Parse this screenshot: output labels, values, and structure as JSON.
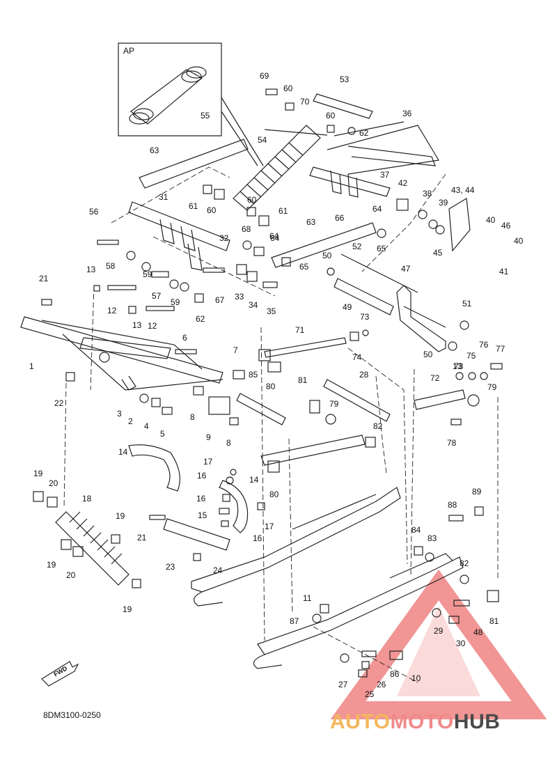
{
  "detail_label": "AP",
  "drawing_code": "8DM3100-0250",
  "fwd_label": "FWD",
  "logo": {
    "part1": "AUTO",
    "part2": "MOTO",
    "part3": "HUB",
    "color1": "#f2b75c",
    "color2": "#f08a8a",
    "color3": "#4a4a4a"
  },
  "part_numbers": [
    "55",
    "69",
    "60",
    "70",
    "53",
    "60",
    "62",
    "36",
    "54",
    "63",
    "37",
    "42",
    "38",
    "39",
    "43, 44",
    "61",
    "60",
    "60",
    "61",
    "64",
    "66",
    "64",
    "40",
    "46",
    "40",
    "56",
    "31",
    "68",
    "64",
    "63",
    "65",
    "45",
    "32",
    "58",
    "59",
    "65",
    "50",
    "52",
    "47",
    "41",
    "13",
    "21",
    "57",
    "59",
    "67",
    "33",
    "34",
    "35",
    "12",
    "13",
    "12",
    "62",
    "49",
    "51",
    "71",
    "73",
    "1",
    "6",
    "7",
    "74",
    "50",
    "76",
    "77",
    "75",
    "13",
    "22",
    "85",
    "81",
    "28",
    "73",
    "72",
    "80",
    "79",
    "3",
    "2",
    "4",
    "5",
    "8",
    "9",
    "8",
    "79",
    "82",
    "78",
    "14",
    "17",
    "16",
    "14",
    "16",
    "80",
    "19",
    "20",
    "18",
    "19",
    "15",
    "21",
    "17",
    "16",
    "88",
    "89",
    "84",
    "83",
    "23",
    "24",
    "19",
    "20",
    "82",
    "19",
    "11",
    "87",
    "81",
    "29",
    "48",
    "30",
    "86",
    "10",
    "27",
    "26",
    "25"
  ]
}
